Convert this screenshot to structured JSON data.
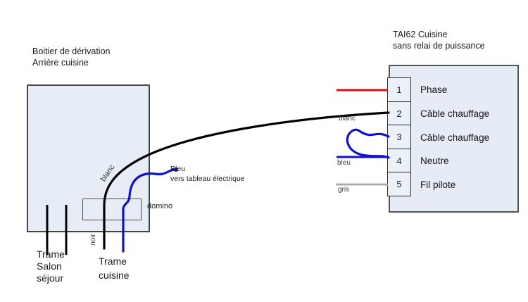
{
  "diagram": {
    "left_box": {
      "title": "Boitier de dérivation\nArrière cuisine"
    },
    "right_block": {
      "title": "TAI62 Cuisine\nsans relai de puissance"
    },
    "terminals": [
      {
        "number": "1",
        "label": "Phase"
      },
      {
        "number": "2",
        "label": "Câble chauffage"
      },
      {
        "number": "3",
        "label": "Câble chauffage"
      },
      {
        "number": "4",
        "label": "Neutre"
      },
      {
        "number": "5",
        "label": "Fil pilote"
      }
    ],
    "wire_labels": {
      "blanc_at_terminal": "blanc",
      "bleu_at_terminal": "bleu",
      "gris_at_terminal": "gris",
      "blanc_in_box": "blanc",
      "noir_below_box": "noir",
      "domino": "domino",
      "bleu_out": "Bleu\nvers tableau électrique"
    },
    "bottom_labels": {
      "trame_salon": "Trame\nSalon\nséjour",
      "trame_cuisine": "Trame\ncuisine"
    },
    "colors": {
      "wire_red": "#dd1111",
      "wire_black": "#000000",
      "wire_blue": "#1010cf",
      "wire_gray": "#a9a9a9",
      "box_fill": "#e7edf6",
      "box_border": "#444444"
    }
  }
}
